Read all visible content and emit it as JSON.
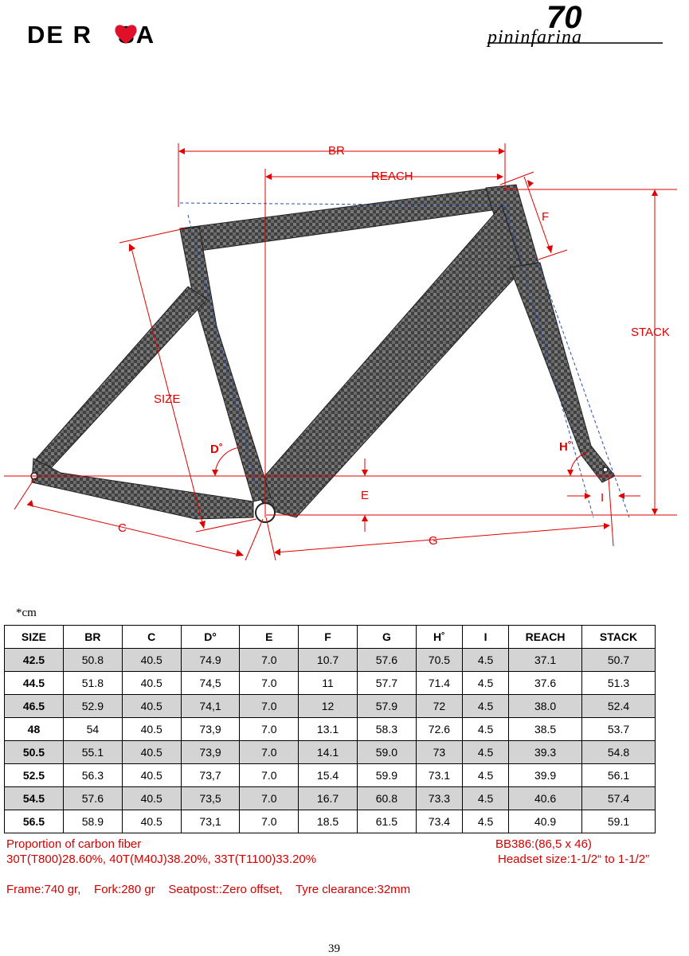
{
  "header": {
    "brand_left": "DE R",
    "brand_right": "SA",
    "model_number": "70",
    "model_name": "pininfarina"
  },
  "diagram_labels": {
    "br": "BR",
    "reach": "REACH",
    "f": "F",
    "stack": "STACK",
    "size": "SIZE",
    "d": "D˚",
    "h": "H˚",
    "e": "E",
    "i": "I",
    "c": "C",
    "g": "G"
  },
  "unit_note": "*cm",
  "table": {
    "headers": [
      "SIZE",
      "BR",
      "C",
      "D°",
      "E",
      "F",
      "G",
      "H˚",
      "I",
      "REACH",
      "STACK"
    ],
    "rows": [
      [
        "42.5",
        "50.8",
        "40.5",
        "74.9",
        "7.0",
        "10.7",
        "57.6",
        "70.5",
        "4.5",
        "37.1",
        "50.7"
      ],
      [
        "44.5",
        "51.8",
        "40.5",
        "74,5",
        "7.0",
        "11",
        "57.7",
        "71.4",
        "4.5",
        "37.6",
        "51.3"
      ],
      [
        "46.5",
        "52.9",
        "40.5",
        "74,1",
        "7.0",
        "12",
        "57.9",
        "72",
        "4.5",
        "38.0",
        "52.4"
      ],
      [
        "48",
        "54",
        "40.5",
        "73,9",
        "7.0",
        "13.1",
        "58.3",
        "72.6",
        "4.5",
        "38.5",
        "53.7"
      ],
      [
        "50.5",
        "55.1",
        "40.5",
        "73,9",
        "7.0",
        "14.1",
        "59.0",
        "73",
        "4.5",
        "39.3",
        "54.8"
      ],
      [
        "52.5",
        "56.3",
        "40.5",
        "73,7",
        "7.0",
        "15.4",
        "59.9",
        "73.1",
        "4.5",
        "39.9",
        "56.1"
      ],
      [
        "54.5",
        "57.6",
        "40.5",
        "73,5",
        "7.0",
        "16.7",
        "60.8",
        "73.3",
        "4.5",
        "40.6",
        "57.4"
      ],
      [
        "56.5",
        "58.9",
        "40.5",
        "73,1",
        "7.0",
        "18.5",
        "61.5",
        "73.4",
        "4.5",
        "40.9",
        "59.1"
      ]
    ]
  },
  "notes": {
    "carbon_title": "Proportion of carbon fiber",
    "carbon_detail": "30T(T800)28.60%, 40T(M40J)38.20%, 33T(T1100)33.20%",
    "bb": "BB386:(86,5 x 46)",
    "headset": "Headset size:1-1/2“ to 1-1/2”",
    "specs": "Frame:740 gr,    Fork:280 gr    Seatpost::Zero offset,    Tyre clearance:32mm"
  },
  "page_number": "39",
  "colors": {
    "dimension_red": "#e00000",
    "note_red": "#d40000",
    "carbon_dark": "#4a4a4a",
    "row_shade": "#d4d4d4",
    "guide_blue": "#2a4fb0"
  }
}
